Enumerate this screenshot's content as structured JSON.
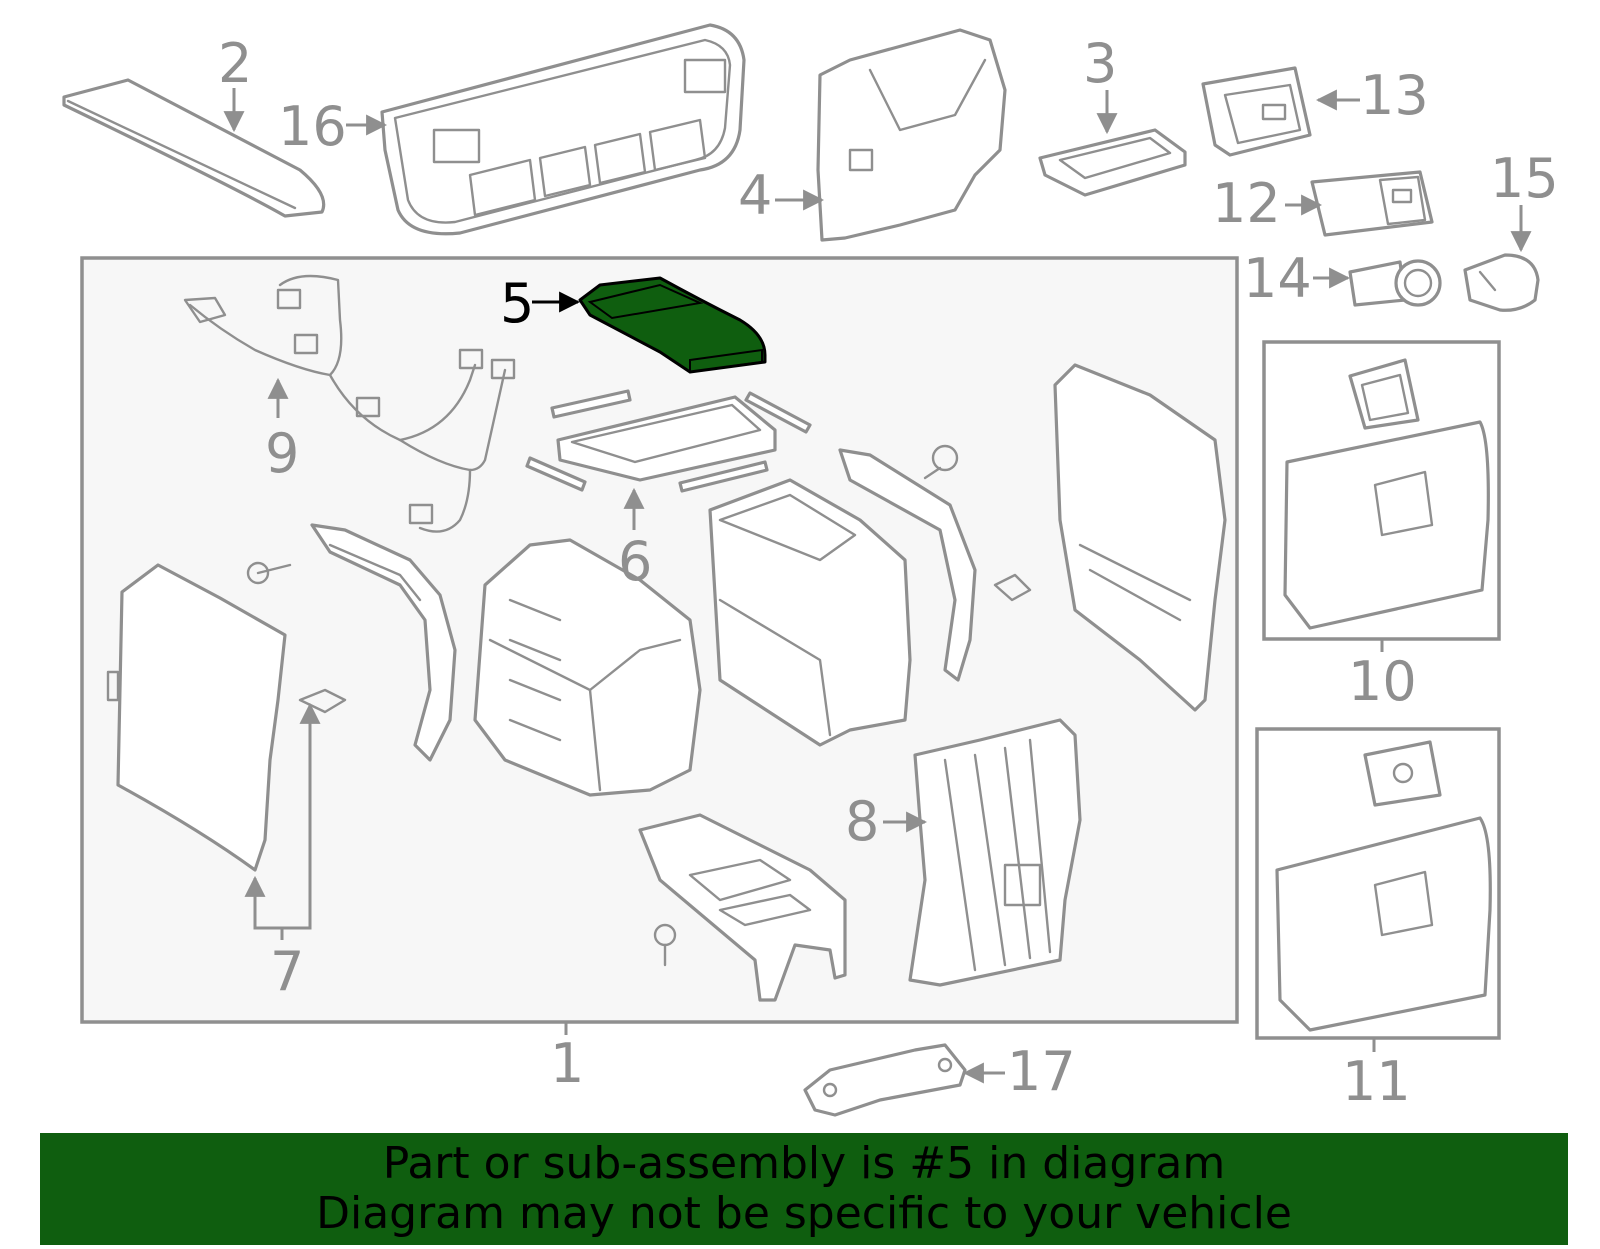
{
  "diagram": {
    "callouts": [
      "1",
      "2",
      "3",
      "4",
      "5",
      "6",
      "7",
      "8",
      "9",
      "10",
      "11",
      "12",
      "13",
      "14",
      "15",
      "16",
      "17"
    ],
    "highlighted_part": "5",
    "highlight_color": "#0f5e0f",
    "line_color": "#8f8f8f",
    "group_box_fill": "#f7f7f7"
  },
  "banner": {
    "line1": "Part or sub-assembly is #5 in diagram",
    "line2": "Diagram may not be specific to your vehicle",
    "background": "#0f5e0f"
  }
}
